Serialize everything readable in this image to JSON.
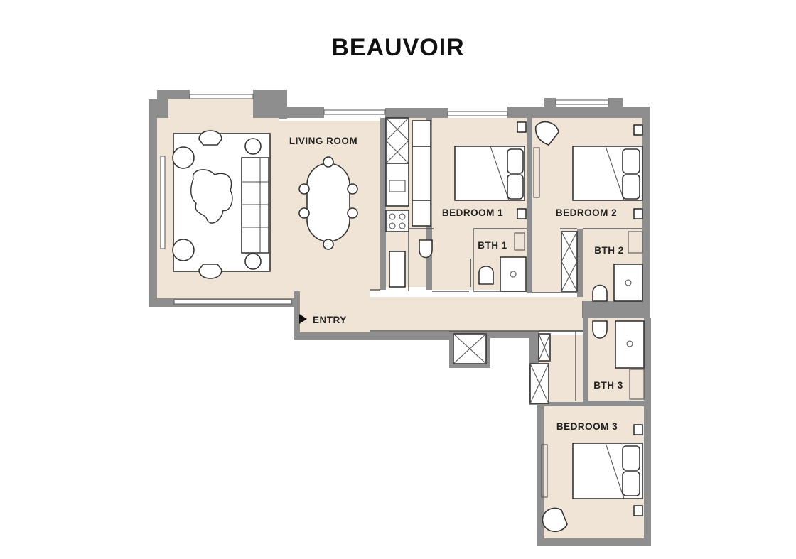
{
  "title": "BEAUVOIR",
  "rooms": {
    "living_room": "LIVING ROOM",
    "bedroom_1": "BEDROOM 1",
    "bedroom_2": "BEDROOM 2",
    "bedroom_3": "BEDROOM 3",
    "bath_1": "BTH 1",
    "bath_2": "BTH 2",
    "bath_3": "BTH 3",
    "entry": "ENTRY"
  },
  "colors": {
    "floor": "#efe4d6",
    "wall": "#8e8e8e",
    "line": "#333333"
  }
}
